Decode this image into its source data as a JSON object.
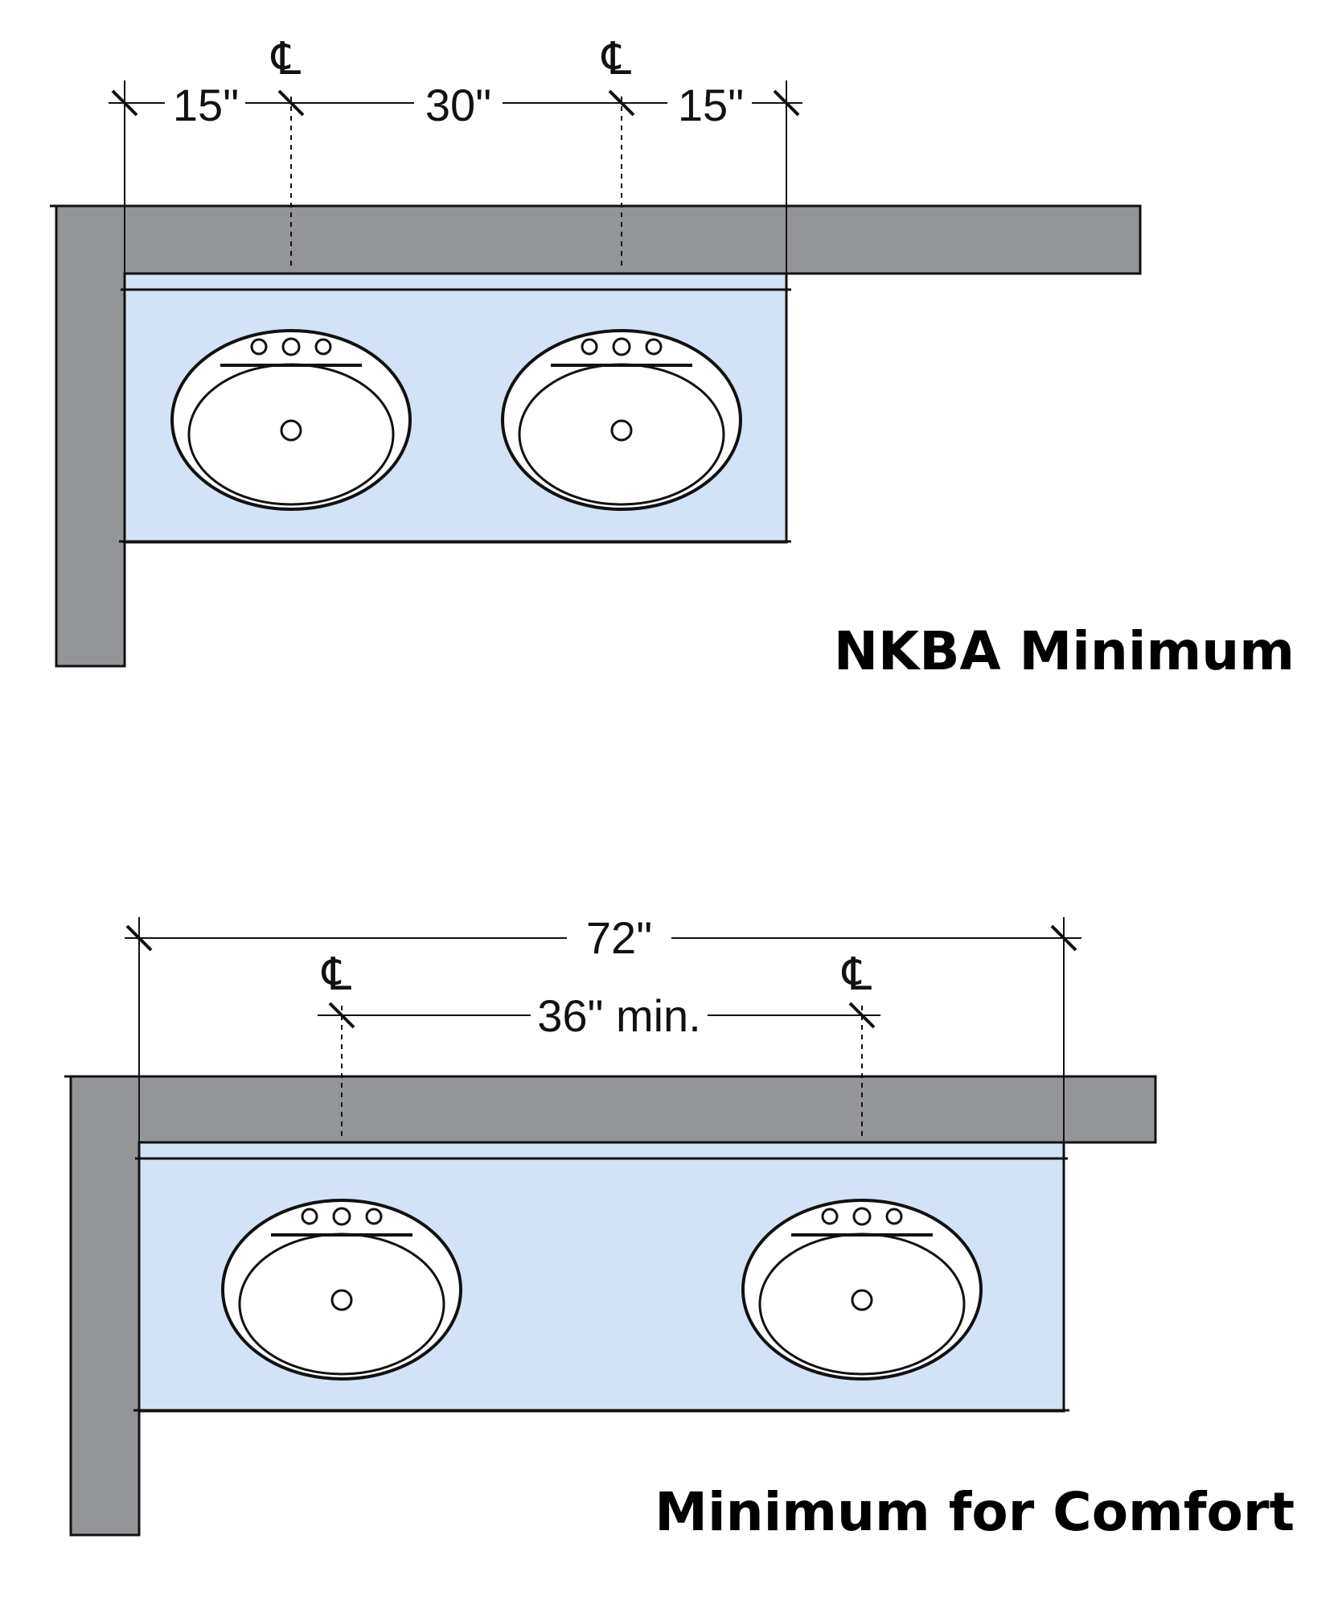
{
  "colors": {
    "wall": "#939598",
    "counter": "#d3e2f4",
    "line": "#111111",
    "basin": "#ffffff"
  },
  "top_diagram": {
    "title": "NKBA Minimum",
    "centerline_symbol": "℄",
    "dimensions": {
      "left_clearance": "15\"",
      "between_centers": "30\"",
      "right_clearance": "15\""
    }
  },
  "bottom_diagram": {
    "title": "Minimum for Comfort",
    "centerline_symbol": "℄",
    "dimensions": {
      "overall_length": "72\"",
      "between_centers": "36\" min."
    }
  }
}
